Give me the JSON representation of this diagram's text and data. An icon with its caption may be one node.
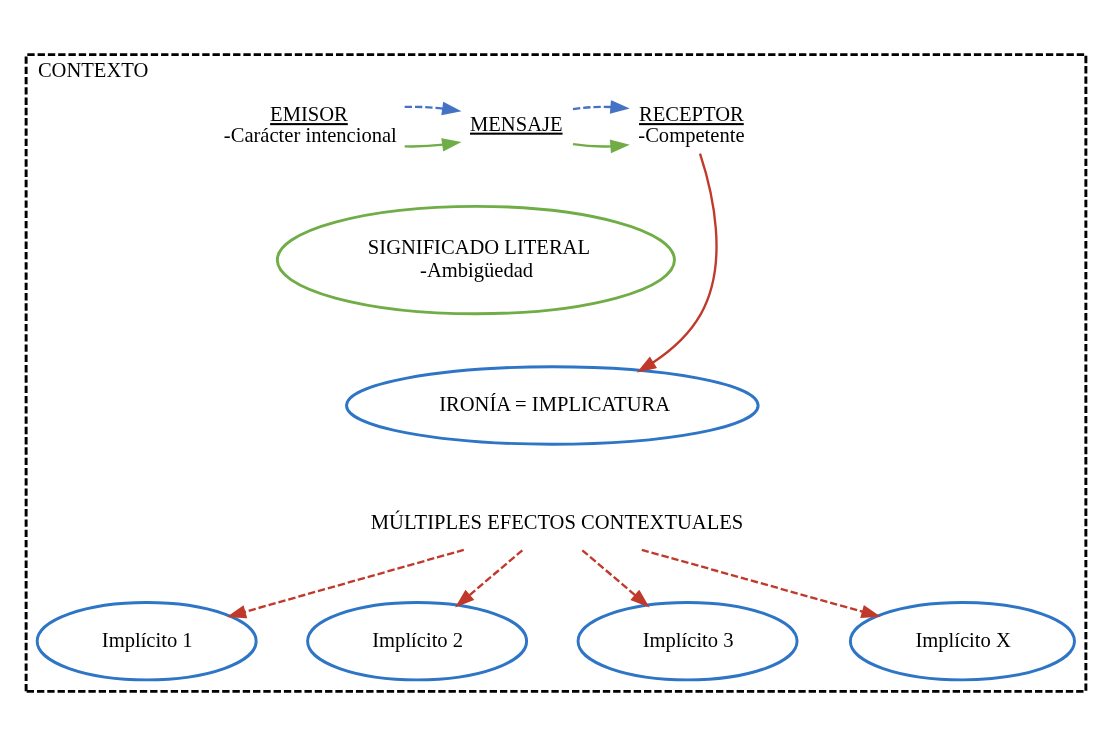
{
  "diagram": {
    "nodes": [
      {
        "text": [
          "CONTEXTO"
        ]
      },
      {
        "text": [
          "EMISOR",
          "-Carácter intencional"
        ],
        "in": 0
      },
      {
        "text": [
          "MENSAJE"
        ],
        "in": 0
      },
      {
        "text": [
          "RECEPTOR",
          "-Competente"
        ],
        "in": 0
      },
      {
        "text": [
          "SIGNIFICADO LITERAL",
          "-Ambigüedad"
        ],
        "in": 0
      },
      {
        "text": [
          "IRONÍA = IMPLICATURA"
        ],
        "in": 0
      },
      {
        "text": [
          "MÚLTIPLES EFECTOS CONTEXTUALES"
        ],
        "in": 0
      },
      {
        "text": [
          "Implícito 1"
        ],
        "in": 0
      },
      {
        "text": [
          "Implícito 2"
        ],
        "in": 0
      },
      {
        "text": [
          "Implícito 3"
        ],
        "in": 0
      },
      {
        "text": [
          "Implícito X"
        ],
        "in": 0
      }
    ],
    "edges": [
      {
        "from": 1,
        "to": 2,
        "arrow": "to",
        "color": "#70ad47"
      },
      {
        "from": 1,
        "to": 2,
        "arrow": "to",
        "style": "dashed",
        "color": "#4472c4"
      },
      {
        "from": 2,
        "to": 3,
        "arrow": "to",
        "color": "#70ad47"
      },
      {
        "from": 2,
        "to": 3,
        "arrow": "to",
        "style": "dashed",
        "color": "#4472c4"
      },
      {
        "from": 3,
        "to": 5,
        "arrow": "to"
      },
      {
        "from": 6,
        "to": 7,
        "arrow": "to",
        "style": "dashed"
      },
      {
        "from": 6,
        "to": 8,
        "arrow": "to",
        "style": "dashed"
      },
      {
        "from": 6,
        "to": 9,
        "arrow": "to",
        "style": "dashed"
      },
      {
        "from": 6,
        "to": 10,
        "arrow": "to",
        "style": "dashed"
      }
    ]
  }
}
